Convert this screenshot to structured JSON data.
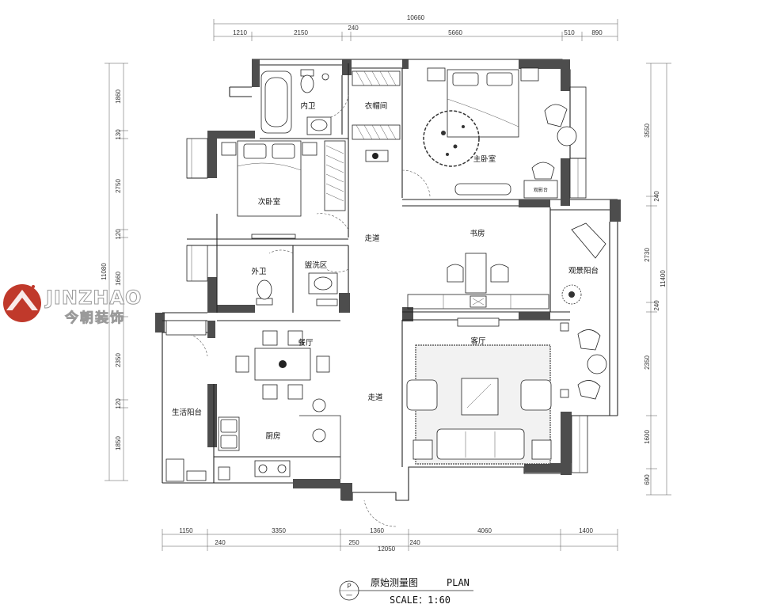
{
  "logo": {
    "brand_en": "JINZHAO",
    "brand_cn": "今朝装饰",
    "color": "#c0392b"
  },
  "dimensions": {
    "top_total": "10660",
    "top_segments": [
      "1210",
      "2150",
      "240",
      "5660",
      "510",
      "890"
    ],
    "bottom_total": "12050",
    "bottom_upper": [
      "1150",
      "3350",
      "1360",
      "4060",
      "1400"
    ],
    "bottom_lower": [
      "240",
      "250",
      "240"
    ],
    "left_total": "11080",
    "left_segments": [
      "1860",
      "130",
      "2750",
      "120",
      "1660",
      "2350",
      "120",
      "1850"
    ],
    "right_total": "11400",
    "right_segments": [
      "3550",
      "240",
      "2730",
      "240",
      "2350",
      "1600",
      "690"
    ]
  },
  "rooms": {
    "inner_bath": "内卫",
    "closet": "衣帽间",
    "master_bedroom": "主卧室",
    "second_bedroom": "次卧室",
    "corridor_top": "走道",
    "study": "书房",
    "outer_bath": "外卫",
    "washing_area": "盥洗区",
    "view_balcony": "观景阳台",
    "dining": "餐厅",
    "living": "客厅",
    "corridor_bottom": "走道",
    "utility_balcony": "生活阳台",
    "kitchen": "厨房",
    "tv_cabinet": "观影台"
  },
  "title_block": {
    "symbol_top": "P",
    "symbol_bottom": "一",
    "title_cn": "原始测量图",
    "title_en": "PLAN",
    "scale": "SCALE：1:60"
  }
}
